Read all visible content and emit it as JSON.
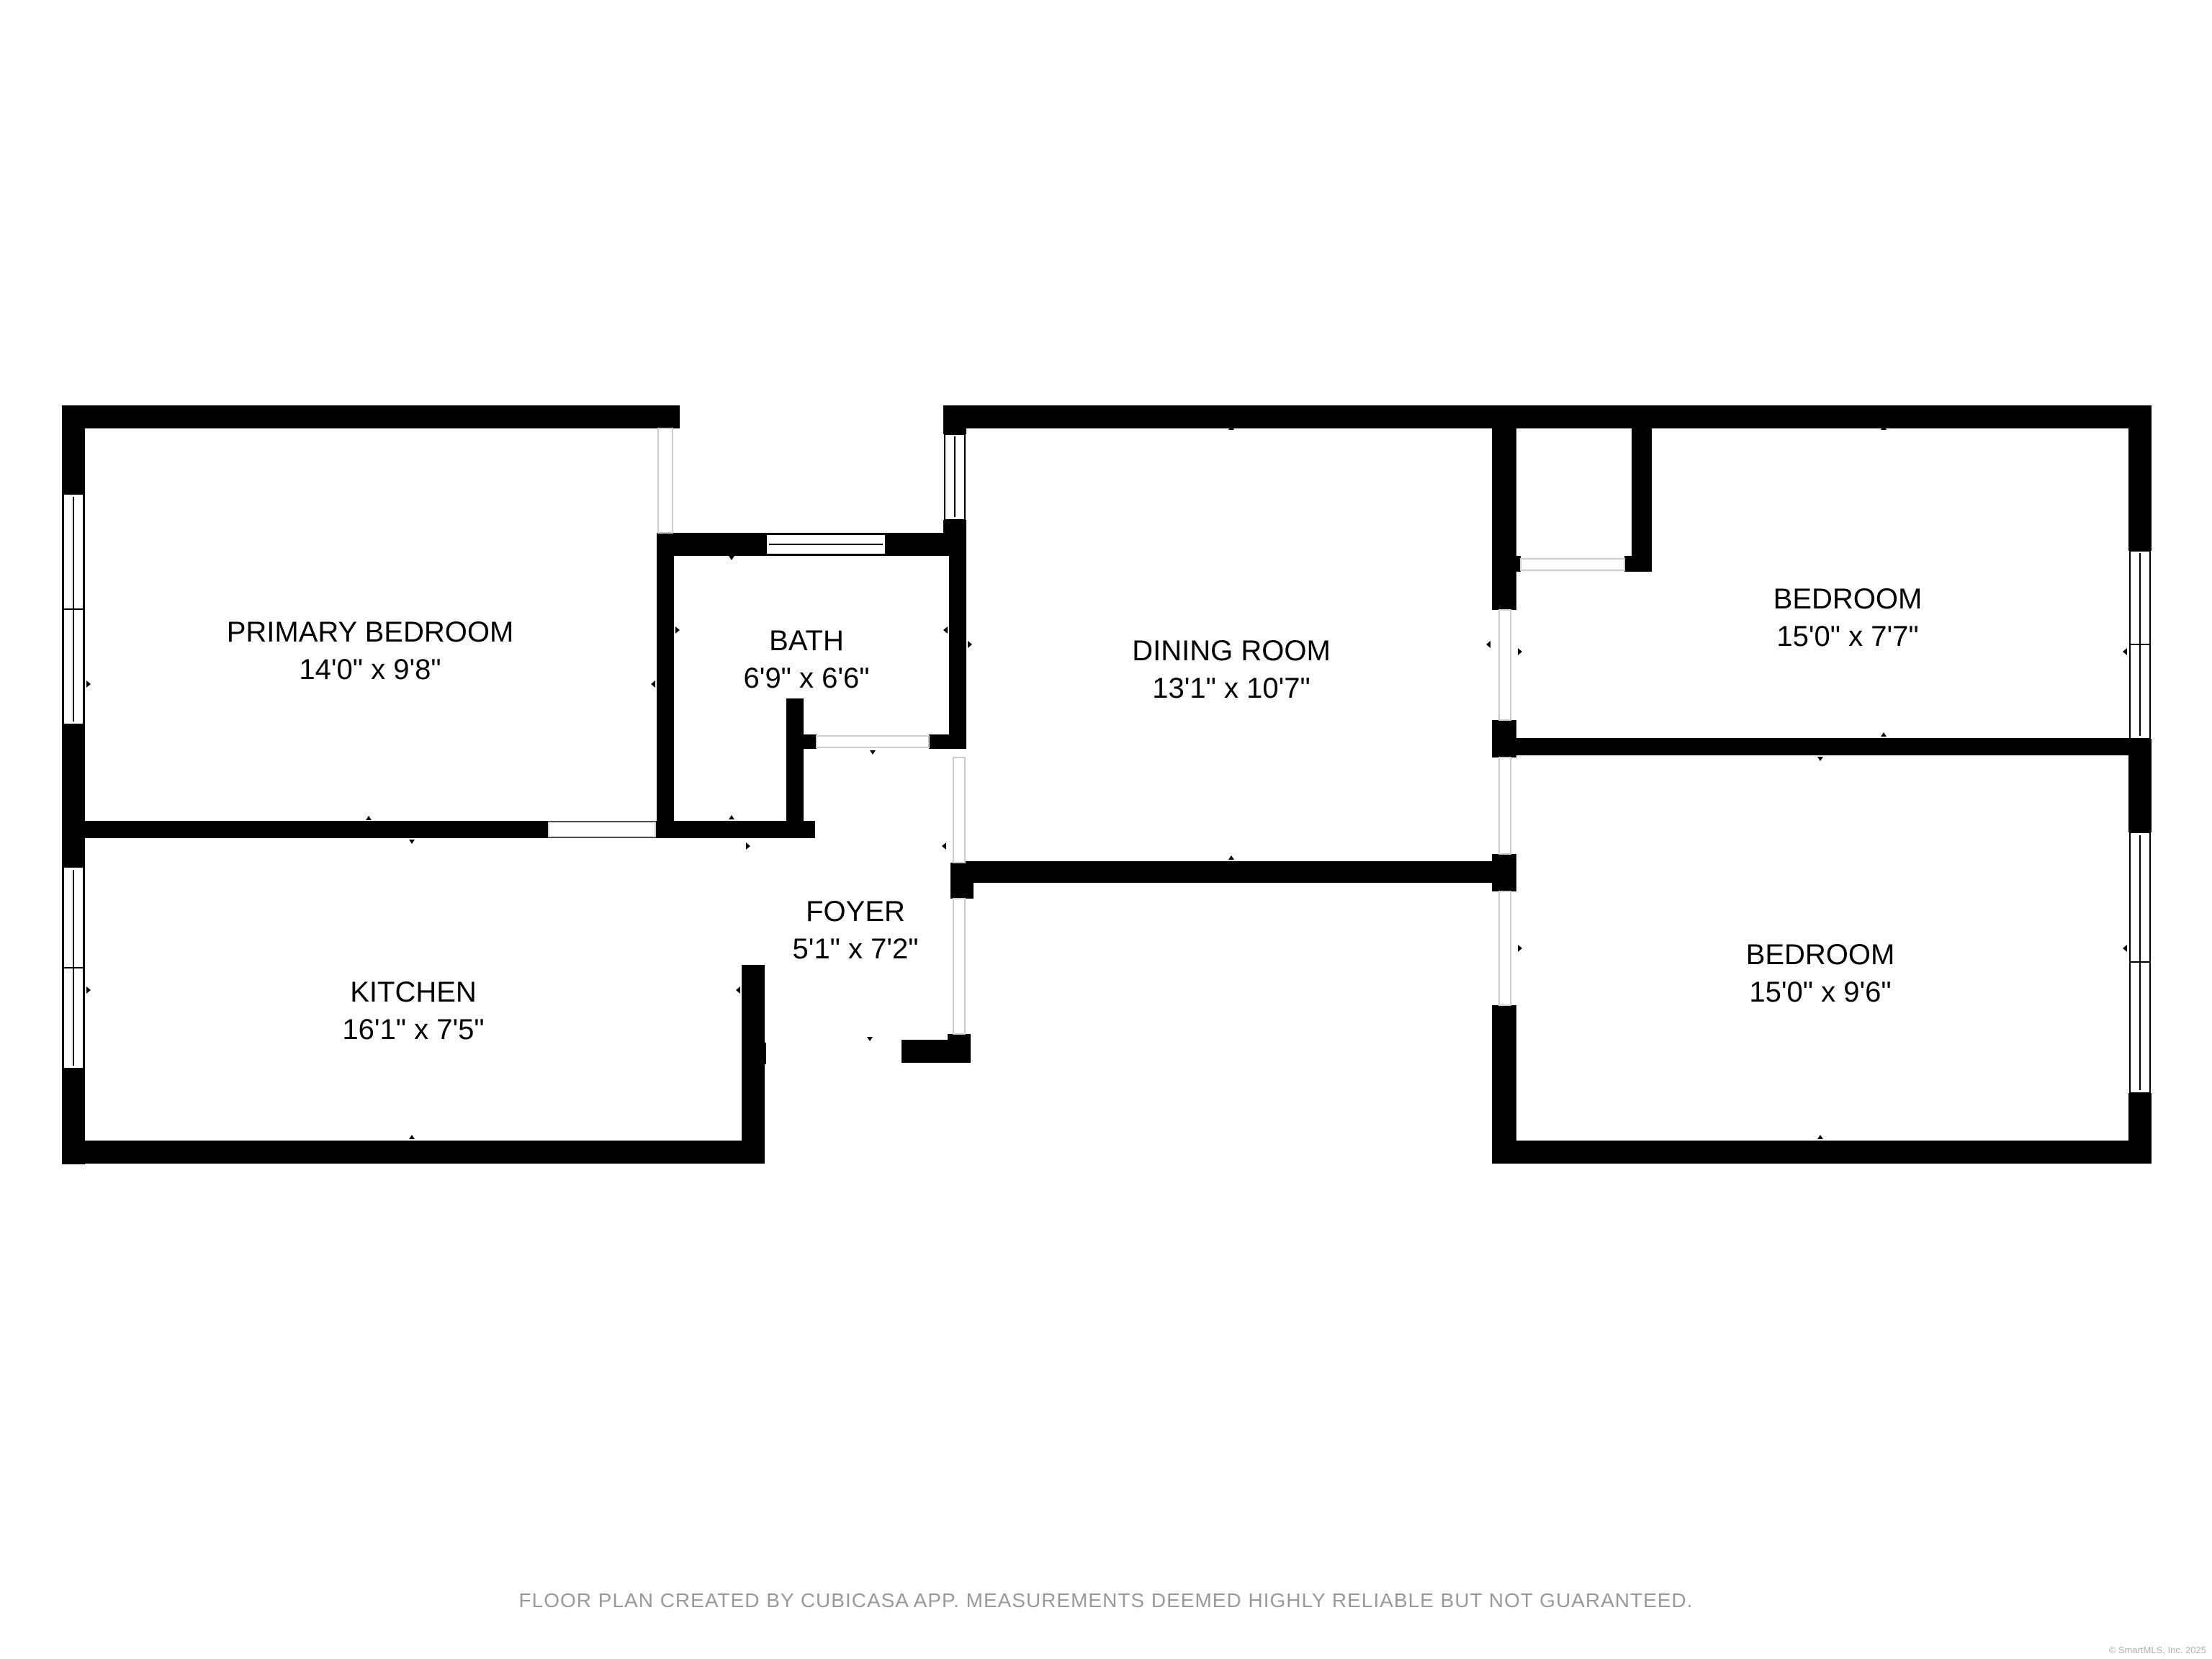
{
  "rooms": {
    "primary_bedroom": {
      "name": "PRIMARY BEDROOM",
      "size": "14'0\" x 9'8\""
    },
    "bath": {
      "name": "BATH",
      "size": "6'9\" x 6'6\""
    },
    "dining_room": {
      "name": "DINING ROOM",
      "size": "13'1\" x 10'7\""
    },
    "bedroom_upper": {
      "name": "BEDROOM",
      "size": "15'0\" x 7'7\""
    },
    "kitchen": {
      "name": "KITCHEN",
      "size": "16'1\" x 7'5\""
    },
    "foyer": {
      "name": "FOYER",
      "size": "5'1\" x 7'2\""
    },
    "bedroom_lower": {
      "name": "BEDROOM",
      "size": "15'0\" x 9'6\""
    }
  },
  "footer": {
    "disclaimer": "FLOOR PLAN CREATED BY CUBICASA APP. MEASUREMENTS DEEMED HIGHLY RELIABLE BUT NOT GUARANTEED.",
    "copyright": "© SmartMLS, Inc. 2025"
  },
  "colors": {
    "wall": "#000000",
    "window": "#ffffff",
    "footer_text": "#9a9a9a"
  }
}
